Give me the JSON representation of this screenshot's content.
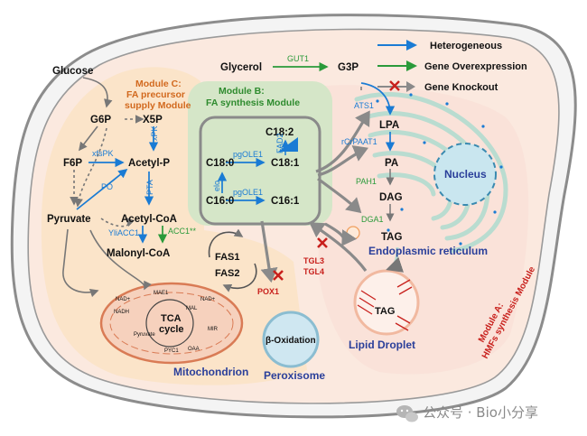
{
  "legend": {
    "heterogeneous": "Heterogeneous",
    "overexpression": "Gene Overexpression",
    "knockout": "Gene Knockout",
    "colors": {
      "heterogeneous": "#1a7bd4",
      "overexpression": "#2a9a3a",
      "knockout": "#c8201c"
    }
  },
  "modules": {
    "c_title": "Module C:",
    "c_line1": "FA precursor",
    "c_line2": "supply Module",
    "b_line1": "Module B:",
    "b_line2": "FA synthesis Module",
    "a_line1": "Module A:",
    "a_line2": "HMFs synthesis Module"
  },
  "metabolites": {
    "glucose": "Glucose",
    "g6p": "G6P",
    "x5p": "X5P",
    "f6p": "F6P",
    "acetyl_p": "Acetyl-P",
    "pyruvate": "Pyruvate",
    "acetyl_coa": "Acetyl-CoA",
    "malonyl_coa": "Malonyl-CoA",
    "glycerol": "Glycerol",
    "g3p": "G3P",
    "lpa": "LPA",
    "pa": "PA",
    "dag": "DAG",
    "tag": "TAG",
    "tag_ld": "TAG",
    "c18_2": "C18:2",
    "c18_0": "C18:0",
    "c18_1": "C18:1",
    "c16_0": "C16:0",
    "c16_1": "C16:1",
    "fas1": "FAS1",
    "fas2": "FAS2"
  },
  "enzymes": {
    "xpk": "xPK",
    "xfspk": "xfsPK",
    "po": "PO",
    "pta": "PTA",
    "acc1": "ACC1**",
    "yliacc1": "YliACC1",
    "gut1": "GUT1",
    "ats1": "ATS1",
    "rcplaat1": "rCrPAAT1",
    "pah1": "PAH1",
    "dga1": "DGA1",
    "fad2": "FAD2",
    "pgole1_a": "pgOLE1",
    "pgole1_b": "pgOLE1",
    "elo": "elo",
    "pox1": "POX1",
    "tgl3": "TGL3",
    "tgl4": "TGL4",
    "mae1": "MAE1",
    "nadh1": "NADH",
    "nadplus1": "NAD+",
    "nadplus2": "NAD+",
    "mal": "MAL",
    "mir": "MIR",
    "pyc1": "PYC1",
    "oaa": "OAA",
    "pyruvate_small": "Pyruvate"
  },
  "organelles": {
    "tca_line1": "TCA",
    "tca_line2": "cycle",
    "mitochondrion": "Mitochondrion",
    "beta_ox": "β-Oxidation",
    "peroxisome": "Peroxisome",
    "nucleus": "Nucleus",
    "er": "Endoplasmic reticulum",
    "lipid_droplet": "Lipid Droplet"
  },
  "watermark": {
    "icon": "wechat-icon",
    "text": "公众号 · Bio小分享"
  }
}
